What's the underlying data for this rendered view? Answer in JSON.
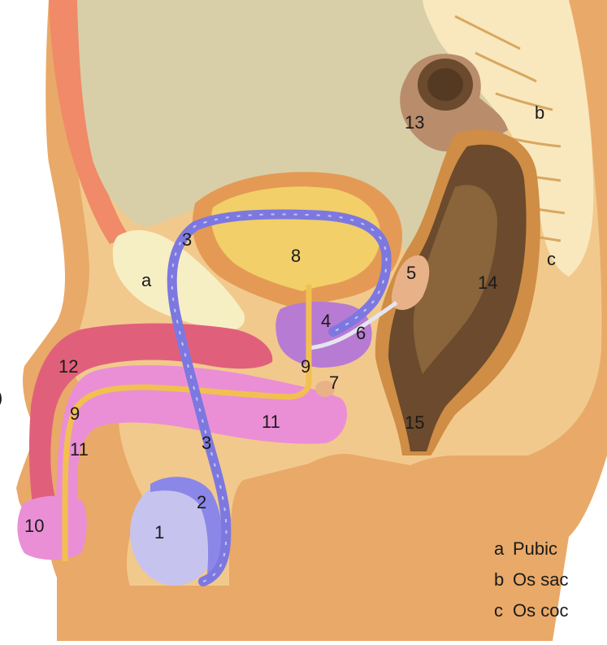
{
  "labels": {
    "n1": "1",
    "n2": "2",
    "n3a": "3",
    "n3b": "3",
    "n4": "4",
    "n5": "5",
    "n6": "6",
    "n7": "7",
    "n8": "8",
    "n9a": "9",
    "n9b": "9",
    "n10": "10",
    "n11a": "11",
    "n11b": "11",
    "n12": "12",
    "n13": "13",
    "n14": "14",
    "n15": "15",
    "la": "a",
    "lb": "b",
    "lc": "c",
    "partial": ")"
  },
  "legend": [
    {
      "key": "a",
      "text": "Pubic"
    },
    {
      "key": "b",
      "text": "Os sac"
    },
    {
      "key": "c",
      "text": "Os coc"
    }
  ],
  "colors": {
    "body": "#f2c98c",
    "body_outer": "#e9a968",
    "abdomen": "#d8cfa8",
    "sacrum": "#f9e8be",
    "spine_line": "#d9a75f",
    "rectum": "#6b4a2d",
    "rectum_light": "#a47a45",
    "rectum_outer": "#cf8d45",
    "sigmoid": "#b98d6b",
    "bladder_wall": "#e49a55",
    "bladder": "#f2cf68",
    "pubic_bone": "#f7efc4",
    "prostate": "#b87bd3",
    "corpus_cav": "#e0607b",
    "corpus_spong": "#ea8fd6",
    "urethra": "#f2c050",
    "vas": "#7d78e0",
    "testis": "#c6c3ee",
    "epididymis": "#8b87e8",
    "abd_muscle": "#f08a68"
  }
}
